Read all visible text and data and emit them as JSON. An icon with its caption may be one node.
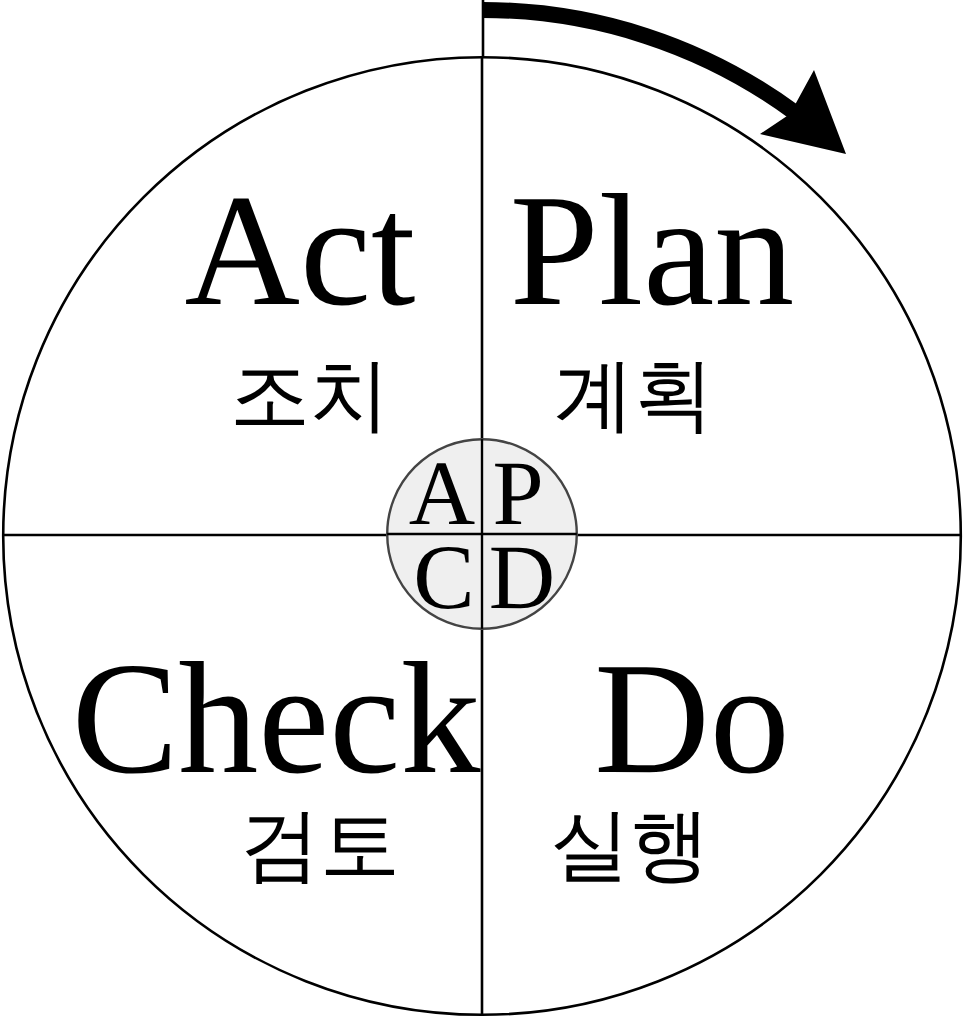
{
  "diagram": {
    "nodes": [
      {
        "text": [],
        "shape": "circle"
      },
      {
        "text": [
          "Act",
          "조치"
        ],
        "in": 0
      },
      {
        "text": [
          "Plan",
          "계획"
        ],
        "in": 0
      },
      {
        "text": [
          "A",
          "P",
          "C",
          "D"
        ],
        "in": 0
      },
      {
        "text": [
          "Check",
          "검토"
        ],
        "in": 0
      },
      {
        "text": [
          "Do",
          "실행"
        ],
        "in": 0
      }
    ]
  }
}
